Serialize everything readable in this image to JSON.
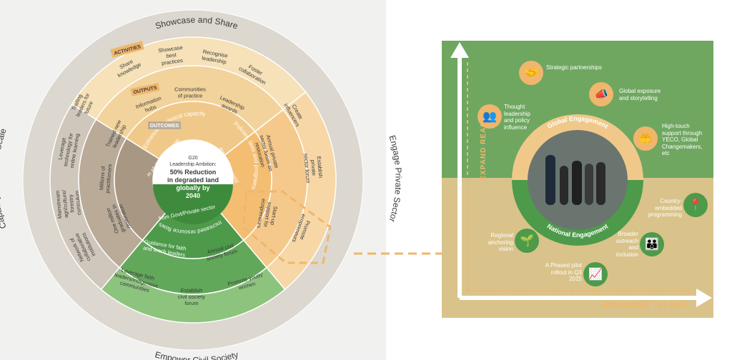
{
  "colors": {
    "outer_gray": "#dcd7cf",
    "sector_top": "#f4dcae",
    "sector_right": "#f5c98c",
    "sector_green": "#62a85a",
    "sector_tan": "#b9ab98",
    "center_white": "#ffffff",
    "center_green": "#3f8b3d",
    "dashed": "#f0b66c",
    "panel_green": "#6fa761",
    "panel_tan": "#d9c38a"
  },
  "wheel": {
    "rim_top": "Showcase and Share",
    "rim_left": "Capacity Building at Scale",
    "rim_right": "Engage Private Sector",
    "rim_bottom": "Empower Civil Society",
    "tag_activities": "ACTIVITIES",
    "tag_outputs": "OUTPUTS",
    "tag_outcomes": "OUTCOMES",
    "center": {
      "line1": "G20",
      "line2": "Leadership Ambition:",
      "line3": "50% Reduction",
      "line4": "in degraded land",
      "line5": "globally by",
      "line6": "2040"
    },
    "outcomes": {
      "tan": [
        "Enhanced technical capacity",
        "in all thematic areas"
      ],
      "orange": [
        "Policies, laws and programs",
        "across the world"
      ],
      "green": [
        "Increased resource flows",
        "from Govt/Private sector"
      ]
    },
    "top_activities": [
      [
        "Share",
        "knowledge"
      ],
      [
        "Showcase",
        "best",
        "practices"
      ],
      [
        "Recognise",
        "leadership"
      ],
      [
        "Foster",
        "collaboration"
      ]
    ],
    "top_outputs": [
      [
        "Information",
        "hubs"
      ],
      [
        "Communities",
        "of practice"
      ],
      [
        "Leadership",
        "awards"
      ]
    ],
    "right_items": [
      [
        "Create",
        "influencers"
      ],
      [
        "Establish",
        "private",
        "sector forum"
      ],
      [
        "Promote",
        "ecopreneurs"
      ],
      [
        "Annual private",
        "sector forum on",
        "restoration"
      ],
      [
        "Start-up",
        "support for",
        "ecopreneurs"
      ]
    ],
    "left_items": [
      [
        "Trailing",
        "leaders for",
        "future"
      ],
      [
        "Leverage",
        "technology for",
        "online learning"
      ],
      [
        "Mainstream",
        "agri/culture/",
        "forestry",
        "curriculum"
      ],
      [
        "Network of",
        "collaborative",
        "institutions"
      ],
      [
        "Trained new",
        "leadership"
      ],
      [
        "Millions of",
        "practitioners"
      ],
      [
        "One million",
        "graduates in",
        "restoration"
      ]
    ],
    "bottom_items": [
      [
        "Leverage faith",
        "leaders/indigenous",
        "communities"
      ],
      [
        "Establish",
        "civil society",
        "forum"
      ],
      [
        "Promote youth/",
        "women"
      ],
      [
        "Guidance for faith",
        "and teach leaders"
      ],
      [
        "Annual civil",
        "society forum"
      ]
    ]
  },
  "panel": {
    "axis_y": "EXPAND REACH",
    "axis_x": "EMPOWER TALENT",
    "ring_top": "Global Engagement",
    "ring_bottom": "National Engagement",
    "items": {
      "strategic": "Strategic partnerships",
      "thought": [
        "Thought",
        "leadership",
        "and policy",
        "influence"
      ],
      "exposure": [
        "Global exposure",
        "and storytelling"
      ],
      "hightouch": [
        "High-touch",
        "support through",
        "YECO, Global",
        "Changemakers,",
        "etc"
      ],
      "country": [
        "Country-",
        "embedded",
        "programming"
      ],
      "regional": [
        "Regional",
        "anchoring",
        "vision"
      ],
      "broader": [
        "Broader",
        "outreach",
        "and",
        "inclusion"
      ],
      "phased": [
        "A Phased pilot",
        "rollout in Q3",
        "2025"
      ]
    },
    "icons": [
      "handshake-icon",
      "people-network-icon",
      "megaphone-icon",
      "support-hands-icon",
      "location-pin-icon",
      "plant-hand-icon",
      "community-circle-icon",
      "growth-icon"
    ]
  }
}
